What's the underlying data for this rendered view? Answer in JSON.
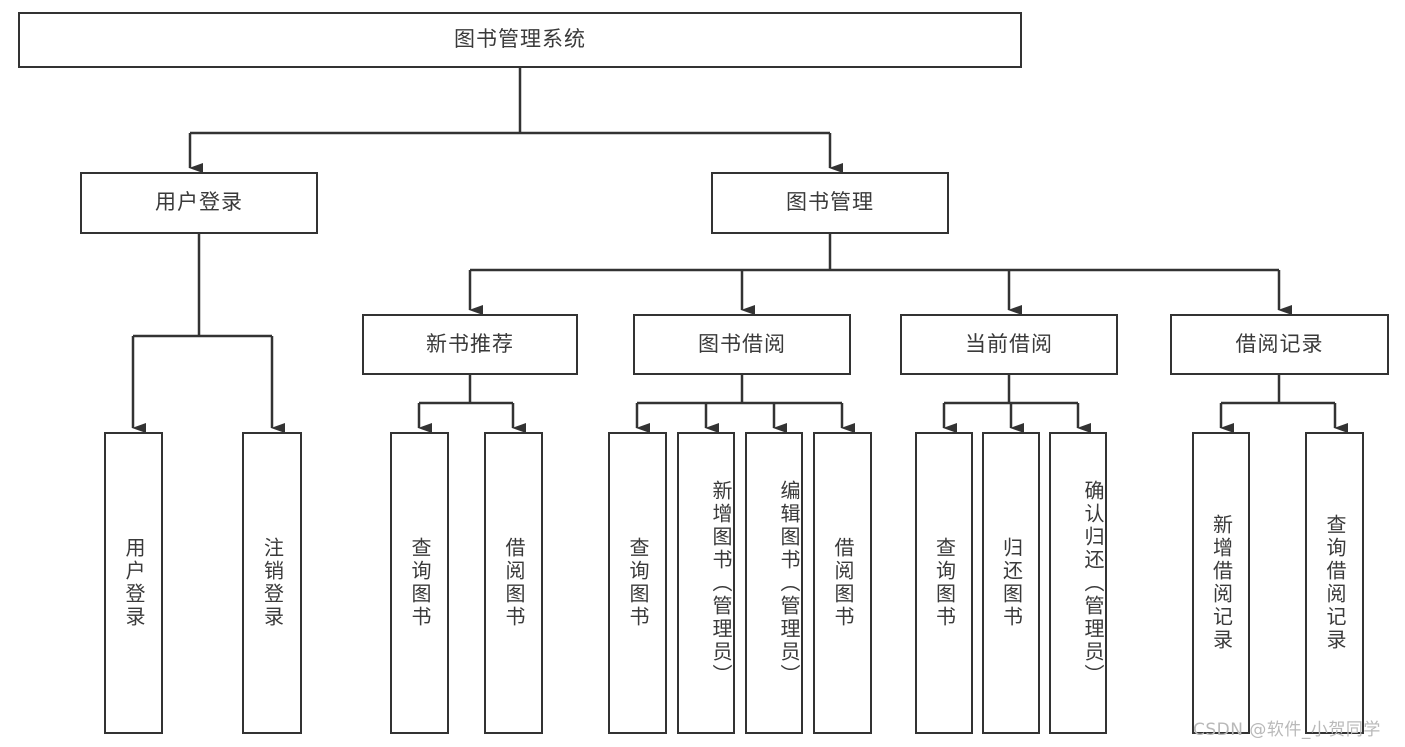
{
  "diagram": {
    "title": "图书管理系统",
    "type": "tree-hierarchy-diagram",
    "colors": {
      "box_border": "#333333",
      "box_fill": "#ffffff",
      "connector": "#333333",
      "text": "#3a3a3a",
      "watermark": "#b9b9b9",
      "background": "#ffffff"
    },
    "root": {
      "label": "图书管理系统"
    },
    "level2": [
      {
        "id": "user-login",
        "label": "用户登录"
      },
      {
        "id": "book-management",
        "label": "图书管理"
      }
    ],
    "level3": [
      {
        "id": "new-book-recommend",
        "label": "新书推荐",
        "parent": "book-management"
      },
      {
        "id": "book-borrow",
        "label": "图书借阅",
        "parent": "book-management"
      },
      {
        "id": "current-borrow",
        "label": "当前借阅",
        "parent": "book-management"
      },
      {
        "id": "borrow-record",
        "label": "借阅记录",
        "parent": "book-management"
      }
    ],
    "leaves": {
      "user-login": [
        {
          "id": "leaf-user-login",
          "label": "用户登录"
        },
        {
          "id": "leaf-user-logout",
          "label": "注销登录"
        }
      ],
      "new-book-recommend": [
        {
          "id": "leaf-query-book-1",
          "label": "查询图书"
        },
        {
          "id": "leaf-borrow-book-1",
          "label": "借阅图书"
        }
      ],
      "book-borrow": [
        {
          "id": "leaf-query-book-2",
          "label": "查询图书"
        },
        {
          "id": "leaf-add-book",
          "label": "新增图书（管理员）"
        },
        {
          "id": "leaf-edit-book",
          "label": "编辑图书（管理员）"
        },
        {
          "id": "leaf-borrow-book-2",
          "label": "借阅图书"
        }
      ],
      "current-borrow": [
        {
          "id": "leaf-query-book-3",
          "label": "查询图书"
        },
        {
          "id": "leaf-return-book",
          "label": "归还图书"
        },
        {
          "id": "leaf-confirm-return",
          "label": "确认归还（管理员）"
        }
      ],
      "borrow-record": [
        {
          "id": "leaf-add-record",
          "label": "新增借阅记录"
        },
        {
          "id": "leaf-query-record",
          "label": "查询借阅记录"
        }
      ]
    }
  },
  "watermark": {
    "text": "CSDN @软件_小贺同学"
  }
}
